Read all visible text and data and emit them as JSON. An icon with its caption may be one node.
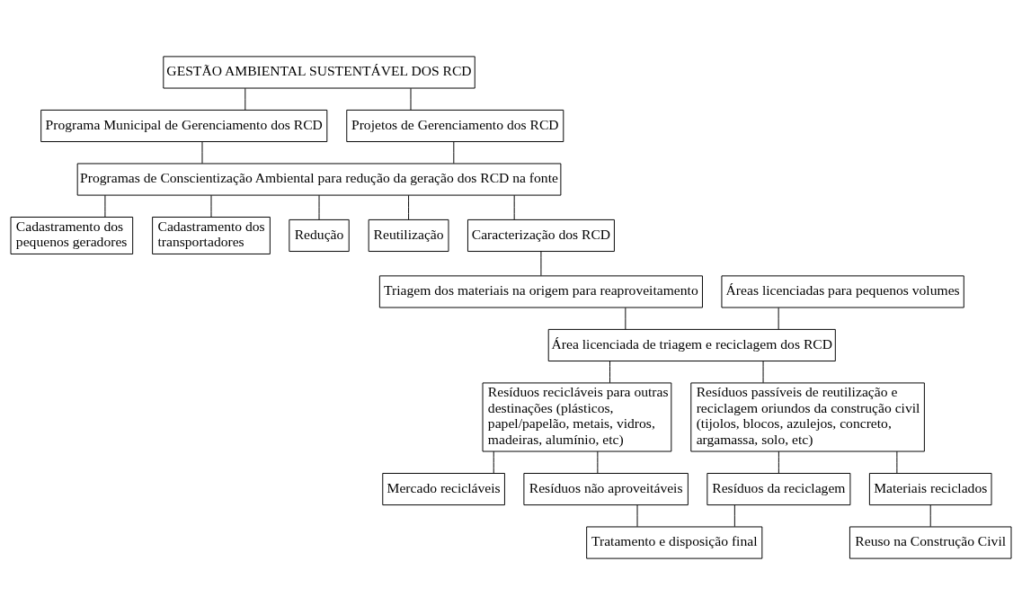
{
  "diagram": {
    "nodes": [
      {
        "text": [
          "GESTÃO AMBIENTAL SUSTENTÁVEL DOS RCD"
        ]
      },
      {
        "text": [
          "Programa Municipal de Gerenciamento dos RCD"
        ]
      },
      {
        "text": [
          "Projetos de Gerenciamento dos RCD"
        ]
      },
      {
        "text": [
          "Programas de Conscientização Ambiental para redução da geração dos RCD na fonte"
        ]
      },
      {
        "text": [
          "Cadastramento dos pequenos geradores"
        ]
      },
      {
        "text": [
          "Cadastramento dos transportadores"
        ]
      },
      {
        "text": [
          "Redução"
        ]
      },
      {
        "text": [
          "Reutilização"
        ]
      },
      {
        "text": [
          "Caracterização dos RCD"
        ]
      },
      {
        "text": [
          "Áreas licenciadas para pequenos volumes"
        ]
      },
      {
        "text": [
          "Triagem dos materiais na origem para reaproveitamento"
        ]
      },
      {
        "text": [
          "Área licenciada de triagem e reciclagem dos RCD"
        ]
      },
      {
        "text": [
          "Resíduos recicláveis para outras destinações (plásticos, papel/papelão, metais, vidros, madeiras, alumínio, etc)"
        ]
      },
      {
        "text": [
          "Resíduos passíveis de reutilização e reciclagem oriundos da construção civil (tijolos, blocos, azulejos, concreto, argamassa, solo, etc)"
        ]
      },
      {
        "text": [
          "Mercado recicláveis"
        ]
      },
      {
        "text": [
          "Resíduos não aproveitáveis"
        ]
      },
      {
        "text": [
          "Resíduos da reciclagem"
        ]
      },
      {
        "text": [
          "Materiais reciclados"
        ]
      },
      {
        "text": [
          "Tratamento e disposição final"
        ]
      },
      {
        "text": [
          "Reuso na Construção Civil"
        ]
      }
    ],
    "edges": [
      {
        "from": 0,
        "to": 1,
        "arrow": "none"
      },
      {
        "from": 0,
        "to": 2,
        "arrow": "none"
      },
      {
        "from": 1,
        "to": 3,
        "arrow": "none"
      },
      {
        "from": 2,
        "to": 3,
        "arrow": "none"
      },
      {
        "from": 3,
        "to": 4,
        "arrow": "none"
      },
      {
        "from": 3,
        "to": 5,
        "arrow": "none"
      },
      {
        "from": 3,
        "to": 6,
        "arrow": "none"
      },
      {
        "from": 3,
        "to": 7,
        "arrow": "none"
      },
      {
        "from": 3,
        "to": 8,
        "arrow": "none"
      },
      {
        "from": 8,
        "to": 10,
        "arrow": "none"
      },
      {
        "from": 10,
        "to": 11,
        "arrow": "none"
      },
      {
        "from": 9,
        "to": 11,
        "arrow": "none"
      },
      {
        "from": 11,
        "to": 12,
        "arrow": "none"
      },
      {
        "from": 11,
        "to": 13,
        "arrow": "none"
      },
      {
        "from": 12,
        "to": 14,
        "arrow": "none"
      },
      {
        "from": 12,
        "to": 15,
        "arrow": "none"
      },
      {
        "from": 13,
        "to": 16,
        "arrow": "none"
      },
      {
        "from": 13,
        "to": 17,
        "arrow": "none"
      },
      {
        "from": 15,
        "to": 18,
        "arrow": "none"
      },
      {
        "from": 16,
        "to": 18,
        "arrow": "none"
      },
      {
        "from": 17,
        "to": 19,
        "arrow": "none"
      }
    ]
  }
}
